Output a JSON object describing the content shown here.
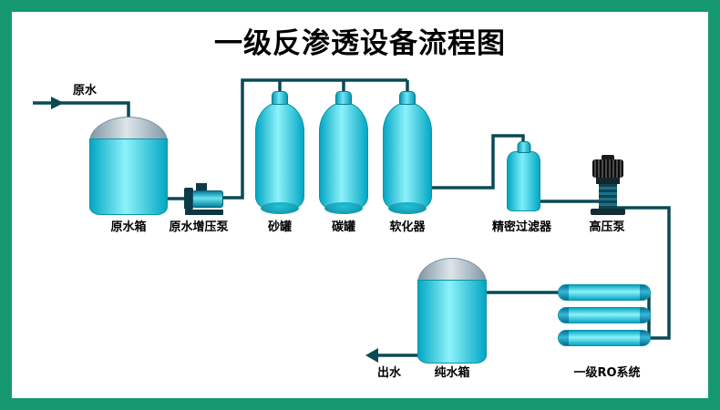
{
  "title": "一级反渗透设备流程图",
  "colors": {
    "frame": "#16986f",
    "pipe": "#0a4a55",
    "tank_cyan": "#29d8ea",
    "dome_gray": "#aebfca"
  },
  "labels": {
    "raw_water": "原水",
    "raw_water_tank": "原水箱",
    "booster_pump": "原水增压泵",
    "sand_tank": "砂罐",
    "carbon_tank": "碳罐",
    "softener": "软化器",
    "precision_filter": "精密过滤器",
    "high_pressure_pump": "高压泵",
    "outlet": "出水",
    "pure_water_tank": "纯水箱",
    "ro_system": "一级RO系统"
  }
}
